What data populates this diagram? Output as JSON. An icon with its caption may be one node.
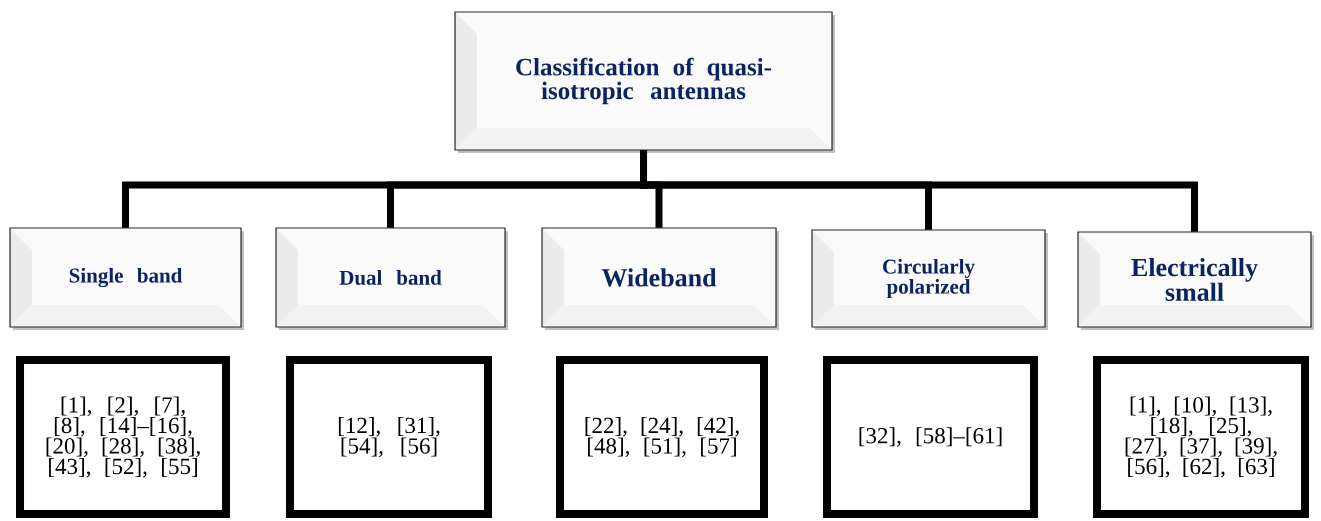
{
  "diagram": {
    "nodes": [
      {
        "text": [
          "Classification of quasi-isotropic antennas"
        ]
      },
      {
        "text": [
          "Single band"
        ]
      },
      {
        "text": [
          "Dual band"
        ]
      },
      {
        "text": [
          "Wideband"
        ]
      },
      {
        "text": [
          "Circularly polarized"
        ]
      },
      {
        "text": [
          "Electrically small"
        ]
      },
      {
        "text": [
          "[1], [2], [7], [8], [14]–[16], [20], [28], [38], [43], [52], [55]"
        ]
      },
      {
        "text": [
          "[12], [31], [54], [56]"
        ]
      },
      {
        "text": [
          "[22], [24], [42], [48], [51], [57]"
        ]
      },
      {
        "text": [
          "[32], [58]–[61]"
        ]
      },
      {
        "text": [
          "[1], [10], [13], [18], [25], [27], [37], [39], [56], [62], [63]"
        ]
      }
    ],
    "edges": [
      {
        "from": 0,
        "to": 1,
        "arrow": "none"
      },
      {
        "from": 0,
        "to": 2,
        "arrow": "none"
      },
      {
        "from": 0,
        "to": 3,
        "arrow": "none"
      },
      {
        "from": 0,
        "to": 4,
        "arrow": "none"
      },
      {
        "from": 0,
        "to": 5,
        "arrow": "none"
      }
    ]
  }
}
